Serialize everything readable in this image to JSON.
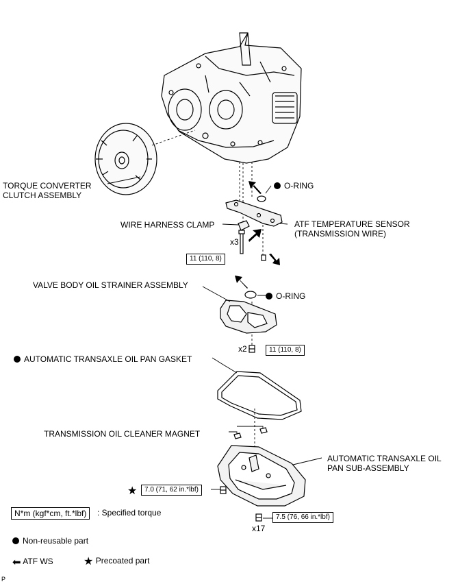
{
  "labels": {
    "torque_converter_line1": "TORQUE CONVERTER",
    "torque_converter_line2": "CLUTCH ASSEMBLY",
    "o_ring_upper": "O-RING",
    "wire_harness_clamp": "WIRE HARNESS CLAMP",
    "atf_sensor_line1": "ATF TEMPERATURE SENSOR",
    "atf_sensor_line2": "(TRANSMISSION WIRE)",
    "qty_x3": "x3",
    "valve_body_strainer": "VALVE BODY OIL STRAINER ASSEMBLY",
    "o_ring_lower": "O-RING",
    "qty_x2": "x2",
    "oil_pan_gasket": "AUTOMATIC TRANSAXLE OIL PAN GASKET",
    "cleaner_magnet": "TRANSMISSION OIL CLEANER MAGNET",
    "oil_pan_line1": "AUTOMATIC TRANSAXLE OIL",
    "oil_pan_line2": "PAN SUB-ASSEMBLY",
    "qty_x17": "x17",
    "corner_mark": "P"
  },
  "torques": {
    "sensor_bolt": "11 (110, 8)",
    "strainer_bolt": "11 (110, 8)",
    "pan_bolt_precoated": "7.0 (71, 62 in.*lbf)",
    "pan_bolt": "7.5 (76, 66 in.*lbf)"
  },
  "legend": {
    "unit_box": "N*m (kgf*cm, ft.*lbf)",
    "unit_desc": ": Specified torque",
    "non_reusable": "Non-reusable part",
    "atf_ws": "ATF WS",
    "precoated": "Precoated part"
  },
  "icons": {
    "non_reusable_symbol": "filled-circle",
    "atf_symbol": "left-arrow",
    "precoated_symbol": "star"
  },
  "colors": {
    "ink": "#000000",
    "background": "#ffffff"
  }
}
